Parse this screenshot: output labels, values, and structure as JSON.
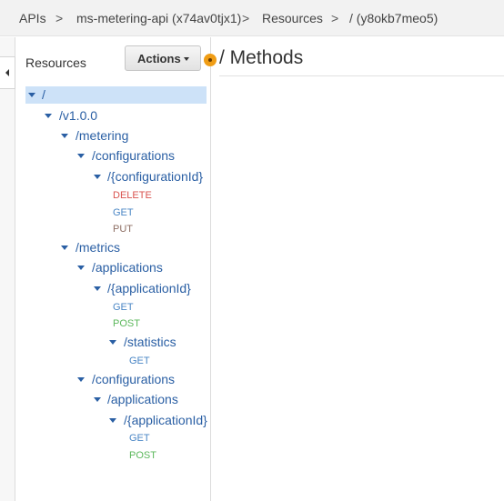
{
  "breadcrumb": {
    "apis": "APIs",
    "sep": ">",
    "api_name": "ms-metering-api (x74av0tjx1)",
    "resources": "Resources",
    "current": "/ (y8okb7meo5)"
  },
  "left_panel": {
    "title": "Resources",
    "actions_label": "Actions"
  },
  "main": {
    "title": "/ Methods"
  },
  "tree": {
    "root": "/",
    "v1": "/v1.0.0",
    "metering": "/metering",
    "metering_configurations": "/configurations",
    "configuration_id": "/{configurationId}",
    "configuration_id_methods": [
      "DELETE",
      "GET",
      "PUT"
    ],
    "metrics": "/metrics",
    "metrics_applications": "/applications",
    "metrics_application_id": "/{applicationId}",
    "metrics_application_id_methods": [
      "GET",
      "POST"
    ],
    "statistics": "/statistics",
    "statistics_methods": [
      "GET"
    ],
    "metrics_configurations": "/configurations",
    "config_applications": "/applications",
    "config_application_id": "/{applicationId}",
    "config_application_id_methods": [
      "GET",
      "POST"
    ]
  },
  "colors": {
    "link": "#2a5fa4",
    "delete": "#d9534f",
    "get": "#4a86c5",
    "put": "#8d6e63",
    "post": "#5cb85c",
    "accent": "#f09d15"
  }
}
